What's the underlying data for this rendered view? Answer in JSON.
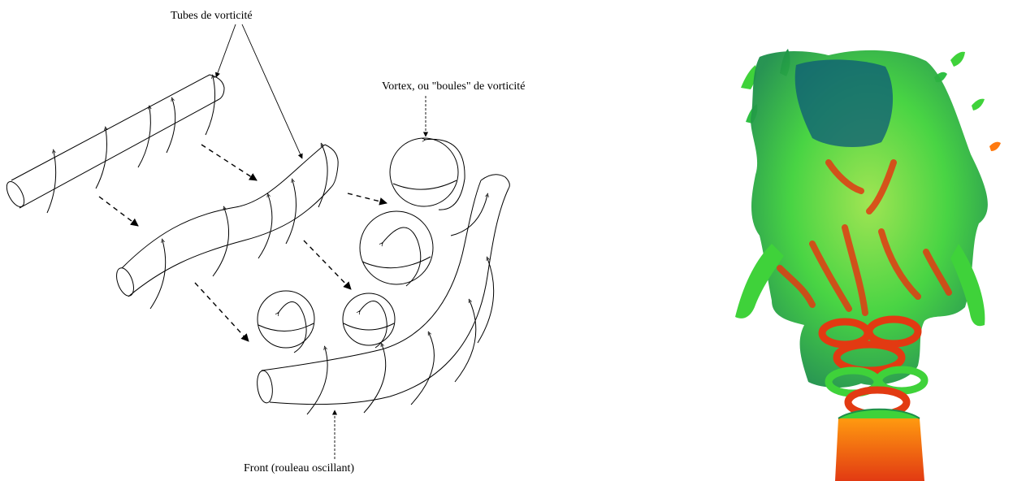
{
  "diagram": {
    "labels": {
      "tubes": "Tubes de vorticité",
      "vortex": "Vortex, ou \"boules\" de vorticité",
      "front": "Front (rouleau oscillant)"
    }
  },
  "colors": {
    "ink": "#000000",
    "background": "#ffffff",
    "plume_low": "#0c5a78",
    "plume_mid": "#3fd23a",
    "plume_high": "#e23a12",
    "plume_base": "#ff7a10"
  }
}
